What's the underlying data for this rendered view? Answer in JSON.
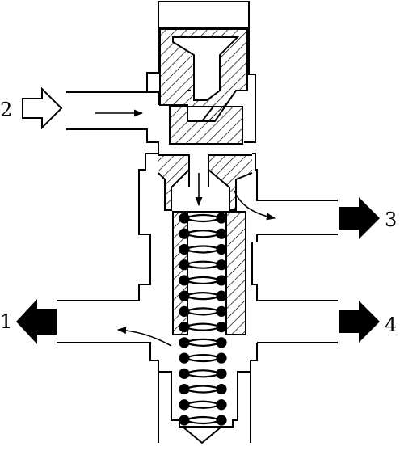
{
  "ports": [
    {
      "id": "port-1",
      "label": "1",
      "style": "filled",
      "direction": "left"
    },
    {
      "id": "port-2",
      "label": "2",
      "style": "hollow",
      "direction": "right"
    },
    {
      "id": "port-3",
      "label": "3",
      "style": "filled",
      "direction": "right"
    },
    {
      "id": "port-4",
      "label": "4",
      "style": "filled",
      "direction": "right"
    }
  ],
  "colors": {
    "stroke": "#000000",
    "background": "#ffffff"
  }
}
